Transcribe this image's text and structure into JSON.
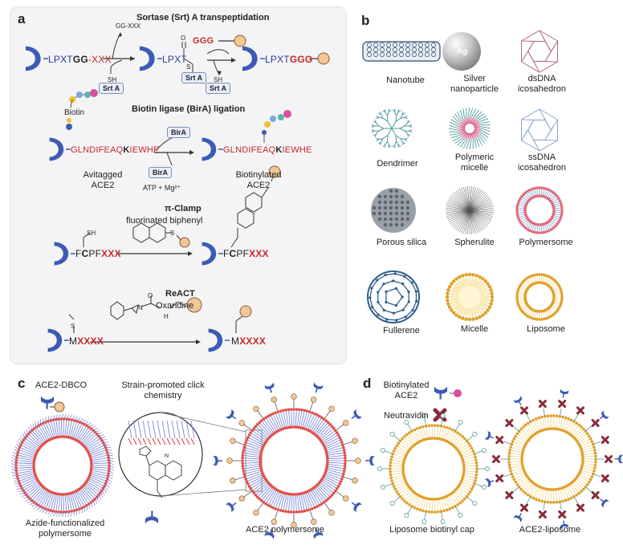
{
  "panel_a": {
    "label": "a",
    "sortase": {
      "title": "Sortase (Srt) A transpeptidation",
      "seq1_a": "LPXT",
      "seq1_b": "GG",
      "seq1_c": "-XXX",
      "leaving": "GG-XXX",
      "seq2": "LPXT",
      "sh": "SH",
      "srt_a": "Srt A",
      "thio_o": "O",
      "thio_s": "S",
      "nucleophile": "GGG",
      "seq3_a": "LPXT",
      "seq3_b": "GGG"
    },
    "birA": {
      "title": "Biotin ligase (BirA) ligation",
      "biotin": "Biotin",
      "seq1_a": "GLNDIFEAQ",
      "seq1_b": "K",
      "seq1_c": "IEWHE",
      "seq2_a": "GLNDIFEAQ",
      "seq2_b": "K",
      "seq2_c": "IEWHE",
      "enzyme": "BirA",
      "cofactor": "ATP + Mg²⁺",
      "left_caption": "Avitagged ACE2",
      "right_caption": "Biotinylated ACE2"
    },
    "piclamp": {
      "title": "π-Clamp",
      "reagent": "fluorinated biphenyl",
      "sh": "SH",
      "seq_a": "F",
      "seq_b": "C",
      "seq_c": "PF",
      "seq_d": "XXX",
      "f": "F",
      "s": "S"
    },
    "react": {
      "title": "ReACT",
      "reagent": "Oxaridine",
      "seq_a": "M",
      "seq_b": "XXXX",
      "s": "S",
      "n": "N",
      "o": "O",
      "h": "H"
    }
  },
  "panel_b": {
    "label": "b",
    "items": [
      {
        "name": "Nanotube"
      },
      {
        "name": "Silver nanoparticle",
        "badge": "Ag"
      },
      {
        "name": "dsDNA icosahedron"
      },
      {
        "name": "Dendrimer"
      },
      {
        "name": "Polymeric micelle"
      },
      {
        "name": "ssDNA icosahedron"
      },
      {
        "name": "Porous silica"
      },
      {
        "name": "Spherulite"
      },
      {
        "name": "Polymersome"
      },
      {
        "name": "Fullerene"
      },
      {
        "name": "Micelle"
      },
      {
        "name": "Liposome"
      }
    ]
  },
  "panel_c": {
    "label": "c",
    "ace2_dbco": "ACE2-DBCO",
    "click": "Strain-promoted click chemistry",
    "n": "N",
    "left_caption": "Azide-functionalized polymersome",
    "right_caption": "ACE2 polymersome"
  },
  "panel_d": {
    "label": "d",
    "biotinylated": "Biotinylated ACE2",
    "neutravidin": "Neutravidin",
    "left_caption": "Liposome biotinyl cap",
    "right_caption": "ACE2-liposome"
  },
  "colors": {
    "protein_blue": "#3b5bb5",
    "seq_red": "#c62828",
    "gold": "#f2c043",
    "gold_dark": "#e0a02a",
    "red_membrane": "#e0524d",
    "purple_avidin": "#8a2b3a"
  }
}
